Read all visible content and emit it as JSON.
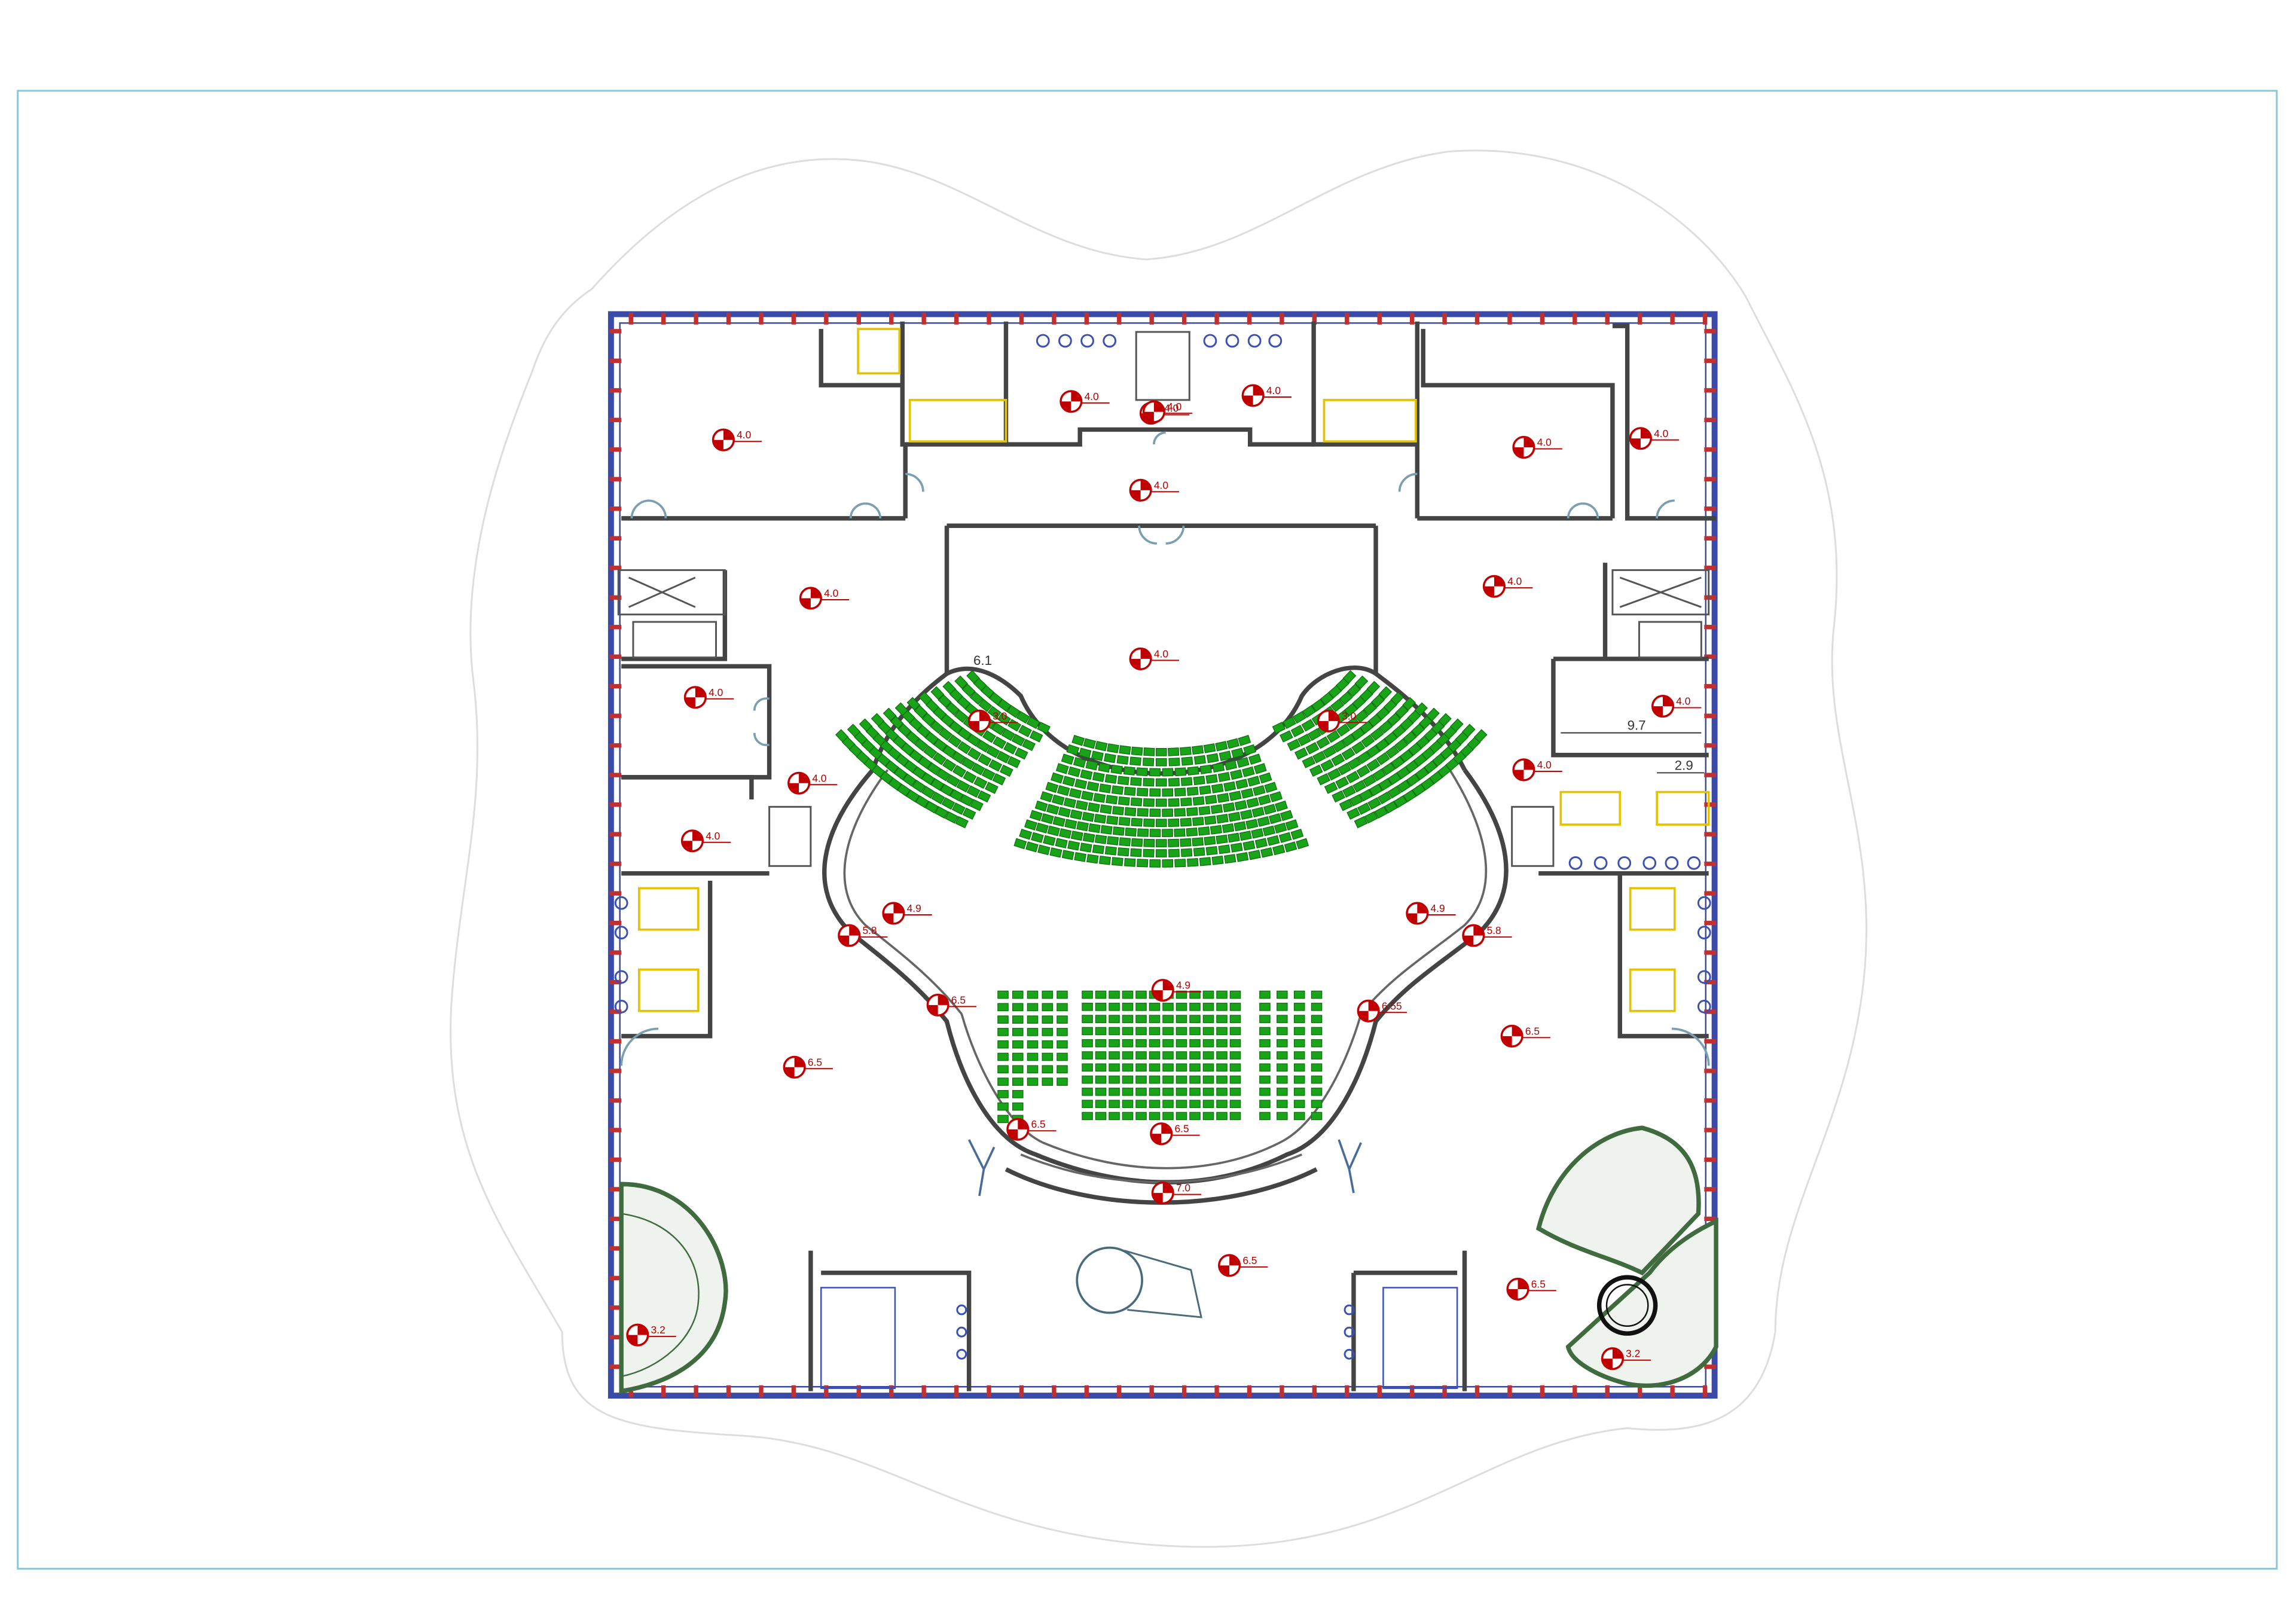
{
  "colors": {
    "sheet_border": "#8ec5d6",
    "building_outline": "#3a4aa8",
    "column": "#c03030",
    "wall": "#444444",
    "seat": "#19a319",
    "seat_stroke": "#0c6e0c",
    "level_marker": "#c00000",
    "stair_accent": "#3f6b3f",
    "fixture_blue": "#3a50b5",
    "fixture_yellow": "#e6c300",
    "landscape": "#dddddd"
  },
  "level_labels": [
    "4.0",
    "4.0",
    "4.0",
    "4.0",
    "4.0",
    "4.0",
    "4.0",
    "4.0",
    "4.0",
    "4.0",
    "4.0",
    "4.0",
    "4.0",
    "4.0",
    "4.0",
    "4.0",
    "3.0",
    "3.0",
    "4.9",
    "4.9",
    "4.9",
    "5.8",
    "5.8",
    "6.5",
    "6.5",
    "6.5",
    "6.5",
    "6.5",
    "6.5",
    "6.5",
    "6.55",
    "7.0",
    "3.2",
    "3.2"
  ],
  "dimension_labels": [
    "9.7",
    "2.9",
    "6.1"
  ]
}
